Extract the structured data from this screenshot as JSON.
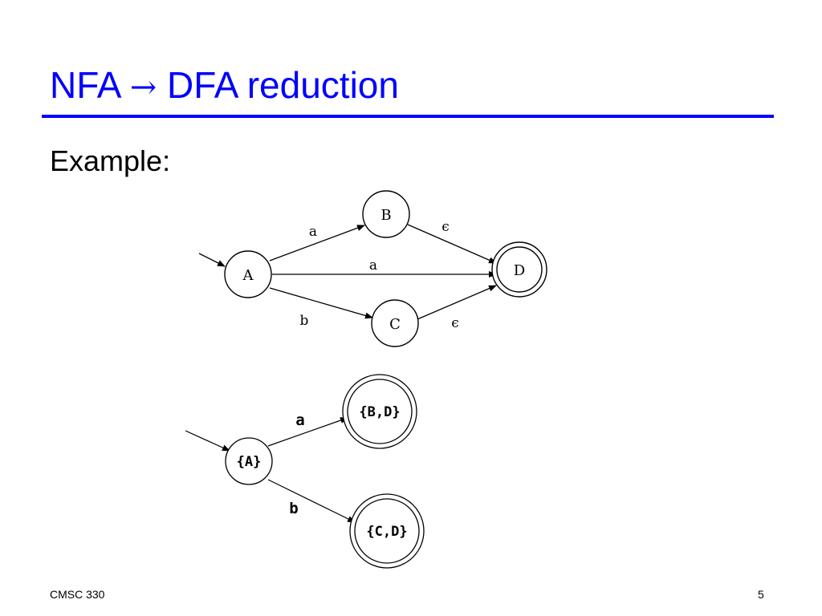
{
  "slide": {
    "title_left": "NFA",
    "title_arrow": "→",
    "title_right": "DFA reduction",
    "subtitle": "Example:",
    "footer_left": "CMSC 330",
    "footer_right": "5"
  },
  "nfa": {
    "states": [
      {
        "id": "A",
        "label": "A",
        "accepting": false,
        "start": true
      },
      {
        "id": "B",
        "label": "B",
        "accepting": false,
        "start": false
      },
      {
        "id": "C",
        "label": "C",
        "accepting": false,
        "start": false
      },
      {
        "id": "D",
        "label": "D",
        "accepting": true,
        "start": false
      }
    ],
    "transitions": [
      {
        "from": "A",
        "to": "B",
        "label": "a"
      },
      {
        "from": "A",
        "to": "D",
        "label": "a"
      },
      {
        "from": "A",
        "to": "C",
        "label": "b"
      },
      {
        "from": "B",
        "to": "D",
        "label": "ϵ"
      },
      {
        "from": "C",
        "to": "D",
        "label": "ϵ"
      }
    ]
  },
  "dfa": {
    "states": [
      {
        "id": "A",
        "label": "{A}",
        "accepting": false,
        "start": true
      },
      {
        "id": "BD",
        "label": "{B,D}",
        "accepting": true,
        "start": false
      },
      {
        "id": "CD",
        "label": "{C,D}",
        "accepting": true,
        "start": false
      }
    ],
    "transitions": [
      {
        "from": "A",
        "to": "BD",
        "label": "a"
      },
      {
        "from": "A",
        "to": "CD",
        "label": "b"
      }
    ]
  }
}
